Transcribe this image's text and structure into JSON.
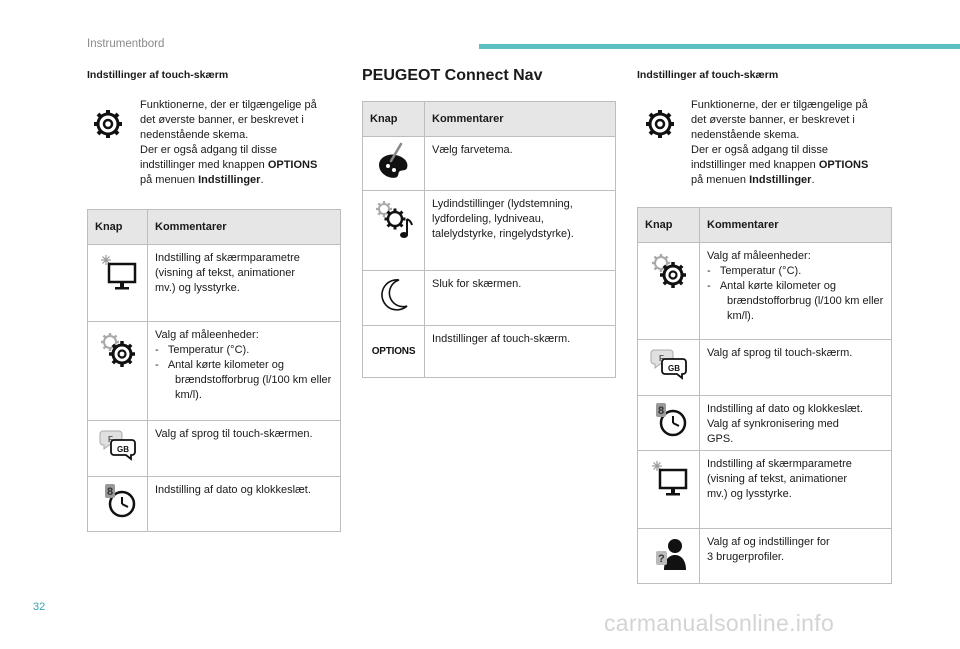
{
  "header": {
    "title": "Instrumentbord"
  },
  "page_number": "32",
  "watermark": "carmanualsonline.info",
  "left": {
    "heading": "Indstillinger af touch-skærm",
    "intro_lines": [
      "Funktionerne, der er tilgængelige på",
      "det øverste banner, er beskrevet i",
      "nedenstående skema.",
      "Der er også adgang til disse"
    ],
    "intro_options_prefix": "indstillinger med knappen ",
    "intro_options_word": "OPTIONS",
    "intro_last_prefix": "på menuen ",
    "intro_last_word": "Indstillinger",
    "intro_last_suffix": ".",
    "col_knap": "Knap",
    "col_komm": "Kommentarer",
    "rows": [
      {
        "icon": "screen-brightness-icon",
        "lines": [
          "Indstilling af skærmparametre",
          "(visning af tekst, animationer",
          "mv.) og lysstyrke."
        ]
      },
      {
        "icon": "gears-icon",
        "lines": [
          "Valg af måleenheder:"
        ],
        "bullets": [
          "-   Temperatur (°C).",
          "-   Antal kørte kilometer og brændstofforbrug (l/100 km eller km/l)."
        ]
      },
      {
        "icon": "language-icon",
        "lines": [
          "Valg af sprog til touch-skærmen."
        ]
      },
      {
        "icon": "clock-icon",
        "lines": [
          "Indstilling af dato og klokkeslæt."
        ]
      }
    ]
  },
  "middle": {
    "heading": "PEUGEOT Connect Nav",
    "col_knap": "Knap",
    "col_komm": "Kommentarer",
    "rows": [
      {
        "icon": "palette-icon",
        "lines": [
          "Vælg farvetema."
        ]
      },
      {
        "icon": "audio-settings-icon",
        "lines": [
          "Lydindstillinger (lydstemning,",
          "lydfordeling, lydniveau,",
          "talelydstyrke, ringelydstyrke)."
        ]
      },
      {
        "icon": "moon-icon",
        "lines": [
          "Sluk for skærmen."
        ]
      },
      {
        "icon": "options-icon",
        "label": "OPTIONS",
        "lines": [
          "Indstillinger af touch-skærm."
        ]
      }
    ]
  },
  "right": {
    "heading": "Indstillinger af touch-skærm",
    "intro_lines": [
      "Funktionerne, der er tilgængelige på",
      "det øverste banner, er beskrevet i",
      "nedenstående skema.",
      "Der er også adgang til disse"
    ],
    "intro_options_prefix": "indstillinger med knappen ",
    "intro_options_word": "OPTIONS",
    "intro_last_prefix": "på menuen ",
    "intro_last_word": "Indstillinger",
    "intro_last_suffix": ".",
    "col_knap": "Knap",
    "col_komm": "Kommentarer",
    "rows": [
      {
        "icon": "gears-icon",
        "lines": [
          "Valg af måleenheder:"
        ],
        "bullets": [
          "-   Temperatur (°C).",
          "-   Antal kørte kilometer og brændstofforbrug (l/100 km eller km/l)."
        ]
      },
      {
        "icon": "language-icon",
        "lines": [
          "Valg af sprog til touch-skærm."
        ]
      },
      {
        "icon": "clock-icon",
        "lines": [
          "Indstilling af dato og klokkeslæt.",
          "Valg af synkronisering med",
          "GPS."
        ]
      },
      {
        "icon": "screen-brightness-icon",
        "lines": [
          "Indstilling af skærmparametre",
          "(visning af tekst, animationer",
          "mv.) og lysstyrke."
        ]
      },
      {
        "icon": "user-profile-icon",
        "lines": [
          "Valg af og indstillinger for",
          "3 brugerprofiler."
        ]
      }
    ]
  }
}
